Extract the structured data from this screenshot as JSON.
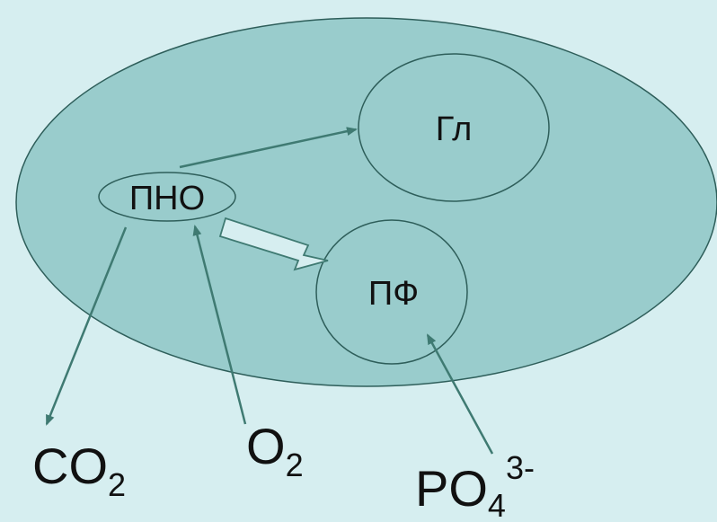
{
  "colors": {
    "background": "#d6eef0",
    "cell_fill": "#99cccc",
    "outline": "#2e5e5a",
    "arrow": "#3f7a72",
    "text": "#111111"
  },
  "nodes": {
    "pno": "ПНО",
    "gl": "Гл",
    "pf": "ПФ"
  },
  "externals": {
    "co2": {
      "base": "CO",
      "sub": "2"
    },
    "o2": {
      "base": "O",
      "sub": "2"
    },
    "po4": {
      "base": "PO",
      "sub": "4",
      "sup": "3-"
    }
  }
}
